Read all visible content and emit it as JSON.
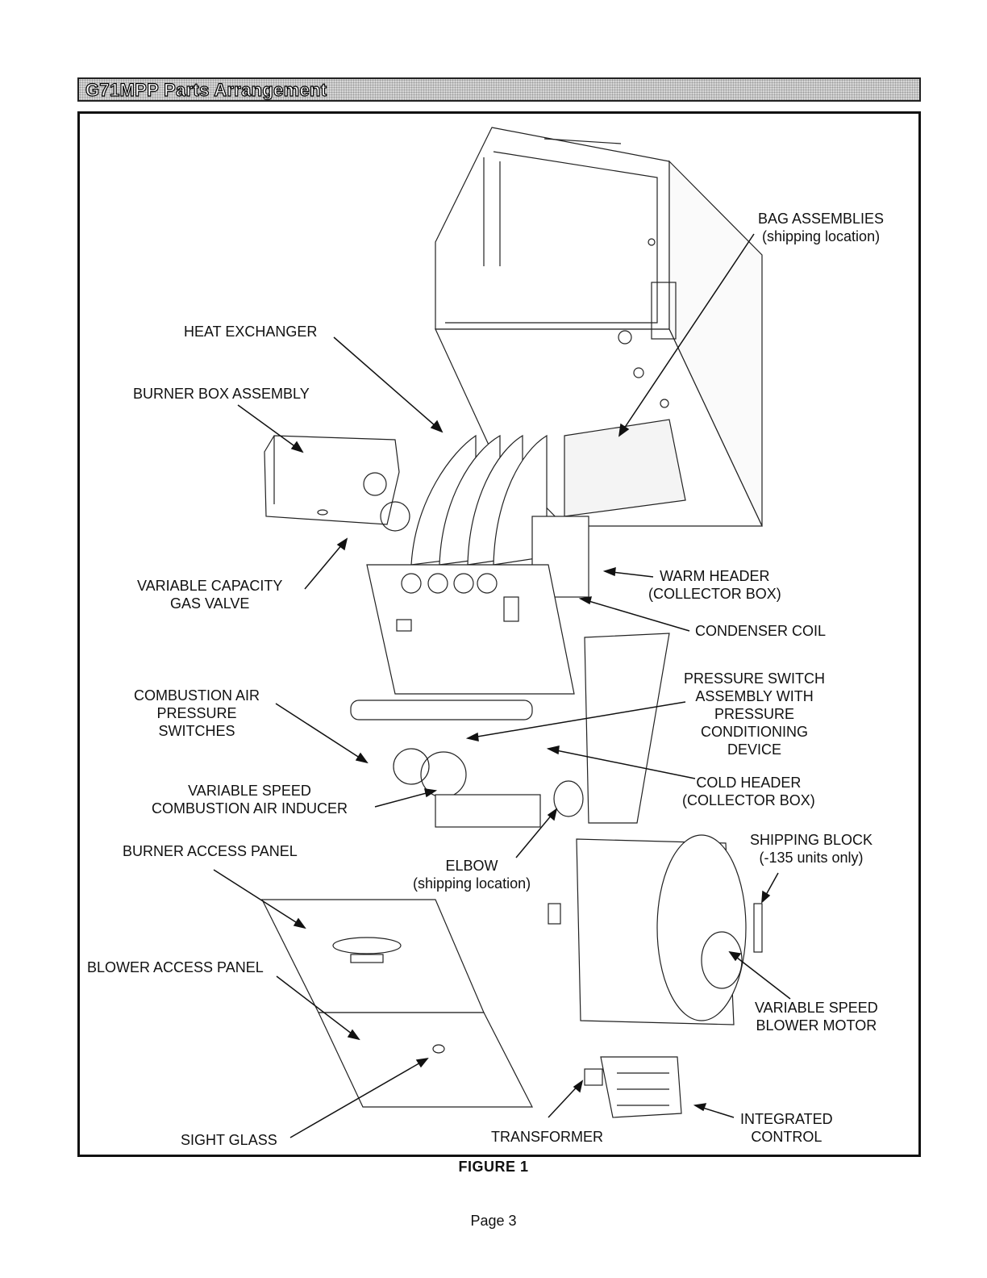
{
  "header": {
    "title": "G71MPP Parts Arrangement"
  },
  "labels": {
    "bag_assemblies": [
      "BAG ASSEMBLIES",
      "(shipping location)"
    ],
    "heat_exchanger": [
      "HEAT EXCHANGER"
    ],
    "burner_box_assembly": [
      "BURNER BOX ASSEMBLY"
    ],
    "variable_capacity_gas_valve": [
      "VARIABLE CAPACITY",
      "GAS VALVE"
    ],
    "warm_header": [
      "WARM HEADER",
      "(COLLECTOR BOX)"
    ],
    "condenser_coil": [
      "CONDENSER COIL"
    ],
    "pressure_switch_assembly": [
      "PRESSURE SWITCH",
      "ASSEMBLY WITH",
      "PRESSURE",
      "CONDITIONING",
      "DEVICE"
    ],
    "combustion_air_pressure_switches": [
      "COMBUSTION AIR",
      "PRESSURE",
      "SWITCHES"
    ],
    "cold_header": [
      "COLD HEADER",
      "(COLLECTOR BOX)"
    ],
    "variable_speed_combustion_air_inducer": [
      "VARIABLE SPEED",
      "COMBUSTION AIR INDUCER"
    ],
    "shipping_block": [
      "SHIPPING BLOCK",
      "(-135 units only)"
    ],
    "burner_access_panel": [
      "BURNER ACCESS PANEL"
    ],
    "elbow": [
      "ELBOW",
      "(shipping location)"
    ],
    "blower_access_panel": [
      "BLOWER ACCESS PANEL"
    ],
    "variable_speed_blower_motor": [
      "VARIABLE SPEED",
      "BLOWER MOTOR"
    ],
    "integrated_control": [
      "INTEGRATED",
      "CONTROL"
    ],
    "sight_glass": [
      "SIGHT GLASS"
    ],
    "transformer": [
      "TRANSFORMER"
    ]
  },
  "caption": "FIGURE  1",
  "page_number": "Page 3"
}
